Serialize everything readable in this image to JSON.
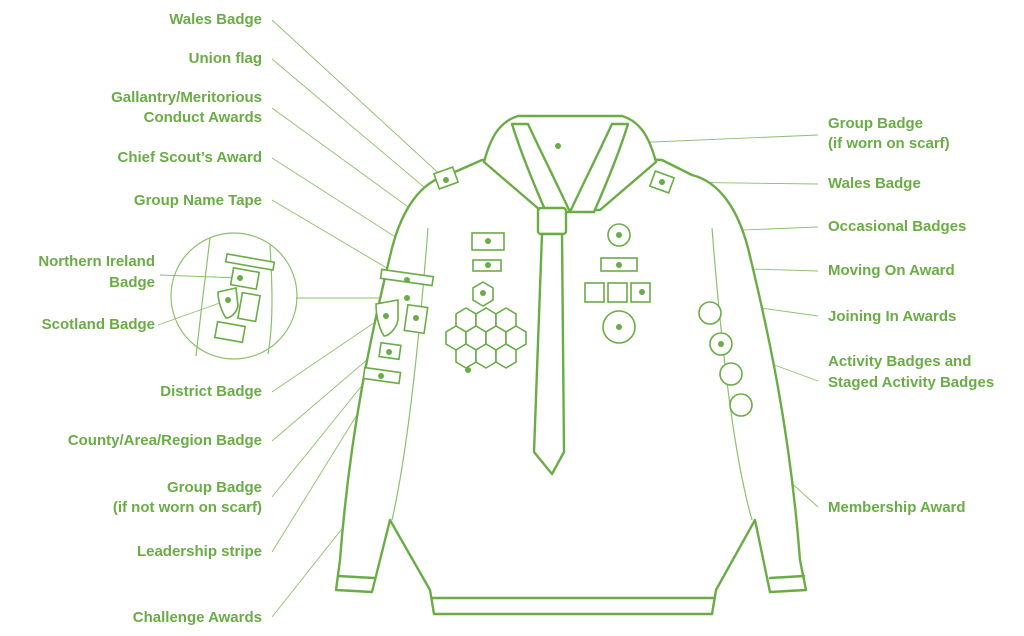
{
  "theme": {
    "accent": "#6aac45",
    "line": "#8cc06a",
    "background": "#ffffff"
  },
  "labels": {
    "wales_badge_left": "Wales Badge",
    "union_flag": "Union flag",
    "gallantry_1": "Gallantry/Meritorious",
    "gallantry_2": "Conduct Awards",
    "chief_scout": "Chief Scout’s Award",
    "group_name_tape": "Group Name Tape",
    "northern_ireland_1": "Northern Ireland",
    "northern_ireland_2": "Badge",
    "scotland": "Scotland Badge",
    "district": "District Badge",
    "county": "County/Area/Region Badge",
    "group_not_scarf_1": "Group Badge",
    "group_not_scarf_2": "(if not worn on scarf)",
    "leadership": "Leadership stripe",
    "challenge": "Challenge Awards",
    "group_scarf_1": "Group Badge",
    "group_scarf_2": "(if worn on scarf)",
    "wales_badge_right": "Wales Badge",
    "occasional": "Occasional Badges",
    "moving_on": "Moving On Award",
    "joining_in": "Joining In Awards",
    "activity_1": "Activity Badges and",
    "activity_2": "Staged Activity Badges",
    "membership": "Membership Award"
  }
}
